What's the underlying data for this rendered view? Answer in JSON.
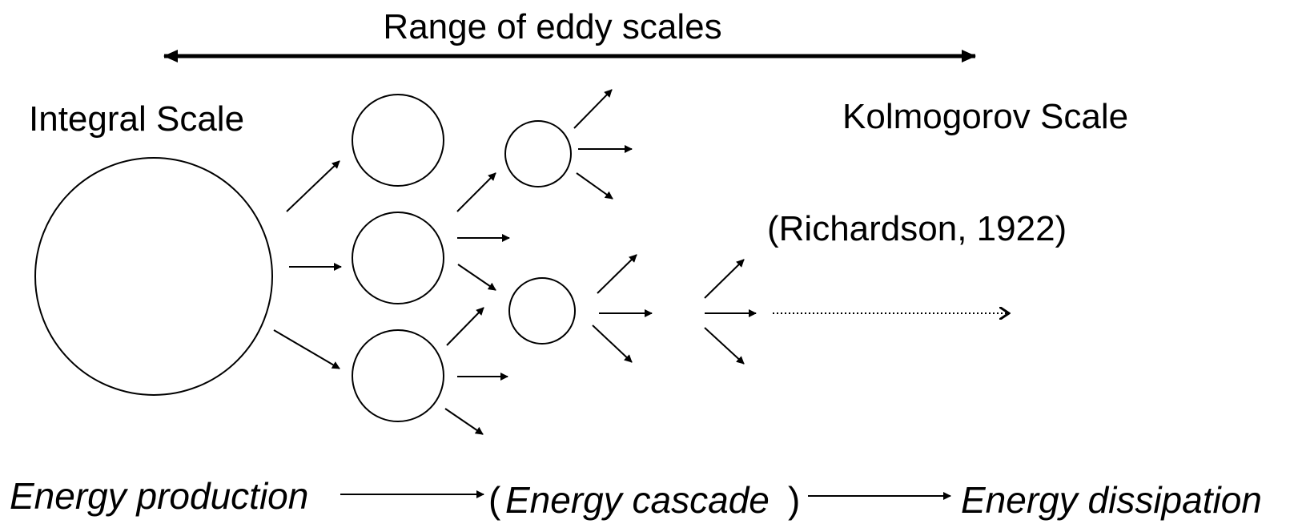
{
  "range_label": "Range of eddy scales",
  "integral_label": "Integral Scale",
  "kolmogorov_label": "Kolmogorov Scale",
  "citation": "(Richardson, 1922)",
  "bottom": {
    "production": "Energy production",
    "paren_open": "(",
    "cascade": "Energy cascade",
    "paren_close": ")",
    "dissipation": "Energy dissipation"
  }
}
